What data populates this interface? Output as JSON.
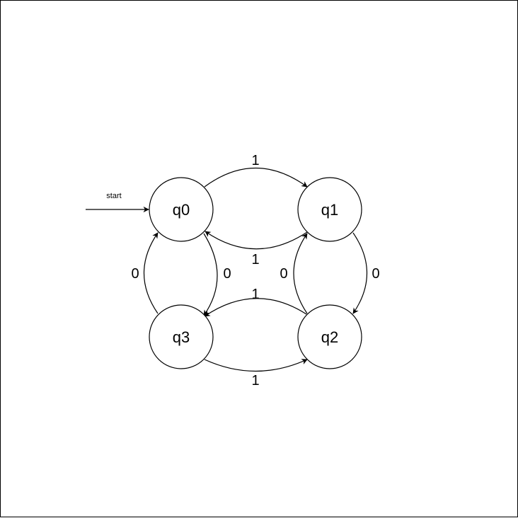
{
  "start_label": "start",
  "states": [
    {
      "id": "q0",
      "label": "q0"
    },
    {
      "id": "q1",
      "label": "q1"
    },
    {
      "id": "q2",
      "label": "q2"
    },
    {
      "id": "q3",
      "label": "q3"
    }
  ],
  "transitions": [
    {
      "from": "q0",
      "to": "q1",
      "symbol": "1"
    },
    {
      "from": "q1",
      "to": "q0",
      "symbol": "1"
    },
    {
      "from": "q0",
      "to": "q3",
      "symbol": "0"
    },
    {
      "from": "q3",
      "to": "q0",
      "symbol": "0"
    },
    {
      "from": "q1",
      "to": "q2",
      "symbol": "0"
    },
    {
      "from": "q2",
      "to": "q1",
      "symbol": "0"
    },
    {
      "from": "q2",
      "to": "q3",
      "symbol": "1"
    },
    {
      "from": "q3",
      "to": "q2",
      "symbol": "1"
    }
  ]
}
